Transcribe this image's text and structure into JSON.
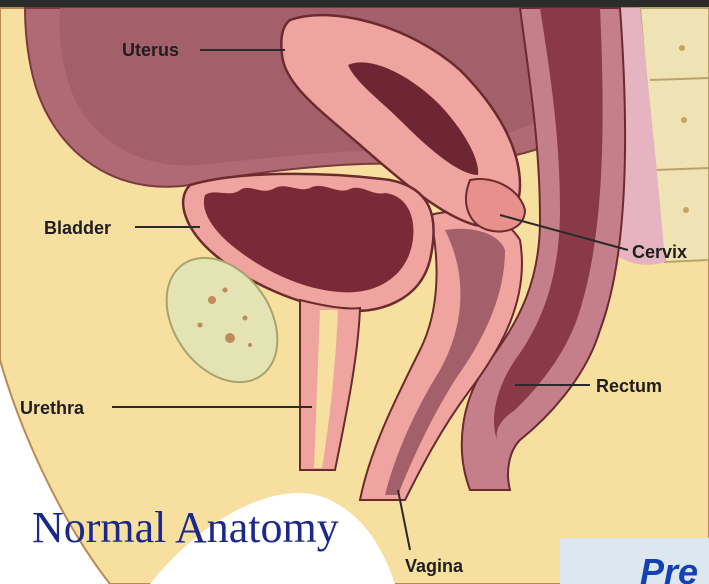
{
  "diagram": {
    "labels": {
      "uterus": "Uterus",
      "bladder": "Bladder",
      "cervix": "Cervix",
      "rectum": "Rectum",
      "urethra": "Urethra",
      "vagina": "Vagina"
    },
    "caption": "Normal Anatomy",
    "corner_text": "Pre"
  },
  "colors": {
    "skin": "#f7dfa0",
    "tissue_pink": "#f0a4a0",
    "tissue_dark": "#8a3a46",
    "cavity_dark": "#6e2632",
    "outline": "#6b2a2e",
    "spine": "#efe2b4",
    "caption_blue": "#1b2a8a"
  }
}
